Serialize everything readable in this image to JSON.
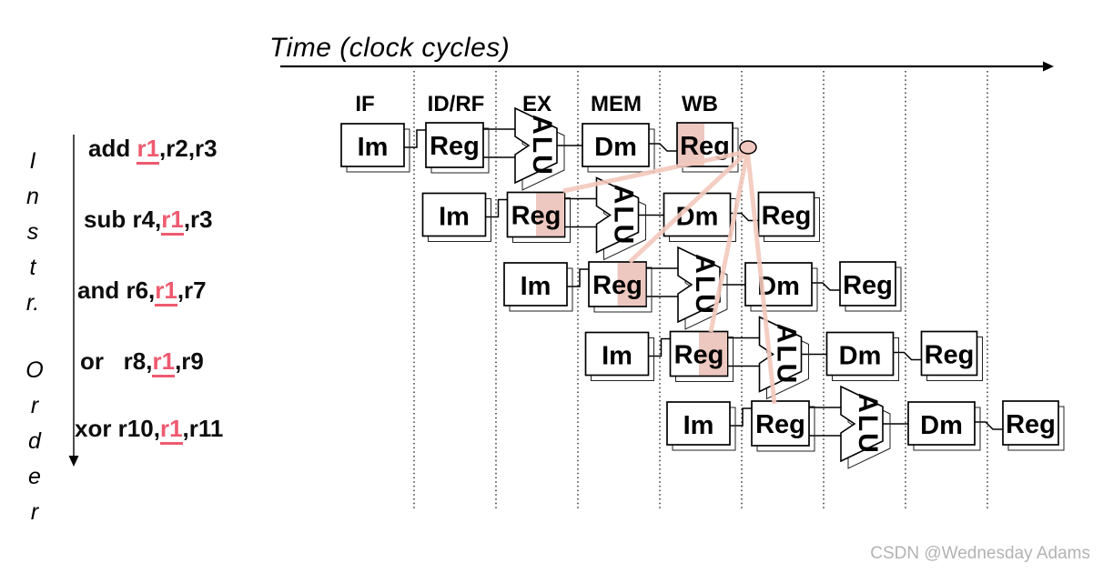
{
  "title": "Time (clock cycles)",
  "axis_left": {
    "line1": "Instr.",
    "line2": "Order"
  },
  "stages": [
    "IF",
    "ID/RF",
    "EX",
    "MEM",
    "WB"
  ],
  "blocks": {
    "im": "Im",
    "reg": "Reg",
    "alu": "ALU",
    "dm": "Dm",
    "reg2": "Reg"
  },
  "instructions": [
    {
      "pre": "add ",
      "reg": "r1",
      "post": ",r2,r3",
      "highlight": "wb-write-first-half",
      "forwards_to": [
        1,
        2,
        3,
        4
      ]
    },
    {
      "pre": "sub r4,",
      "reg": "r1",
      "post": ",r3",
      "highlight": "id-read-second-half"
    },
    {
      "pre": "and r6,",
      "reg": "r1",
      "post": ",r7",
      "highlight": "id-read-second-half"
    },
    {
      "pre": "or   r8,",
      "reg": "r1",
      "post": ",r9",
      "highlight": "id-read-second-half"
    },
    {
      "pre": "xor r10,",
      "reg": "r1",
      "post": ",r11",
      "highlight": "none"
    }
  ],
  "watermark": "CSDN @Wednesday Adams",
  "colors": {
    "hazard_register": "#ee5a70",
    "highlight_fill": "#edc8c0",
    "forward_line": "#f3c9bc",
    "circle_fill": "#f0c7bf",
    "watermark_text": "#b3b3b3",
    "ink": "#0d0d0d"
  }
}
